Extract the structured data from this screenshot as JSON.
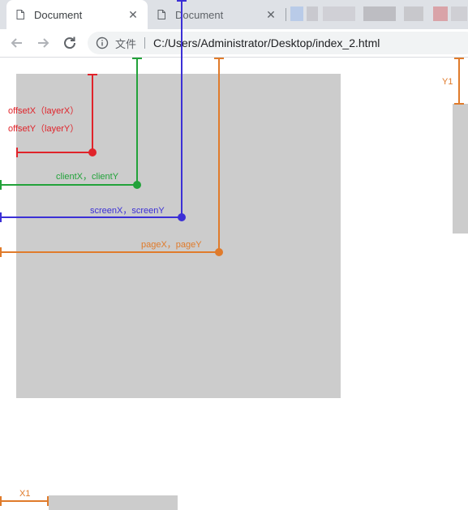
{
  "browser": {
    "tabs": [
      {
        "title": "Document",
        "close": "✕"
      },
      {
        "title": "Document",
        "close": "✕"
      }
    ],
    "address": {
      "scheme_label": "文件",
      "url": "C:/Users/Administrator/Desktop/index_2.html"
    }
  },
  "annotations": {
    "offset_x": "offsetX（layerX）",
    "offset_y": "offsetY（layerY）",
    "client": "clientX，clientY",
    "screen": "screenX，screenY",
    "page": "pageX，pageY",
    "y1": "Y1",
    "x1": "X1"
  },
  "colors": {
    "offset": "#e0232a",
    "client": "#22a23a",
    "screen": "#3b2fd6",
    "page": "#e07b2b",
    "box": "#cccccc"
  }
}
